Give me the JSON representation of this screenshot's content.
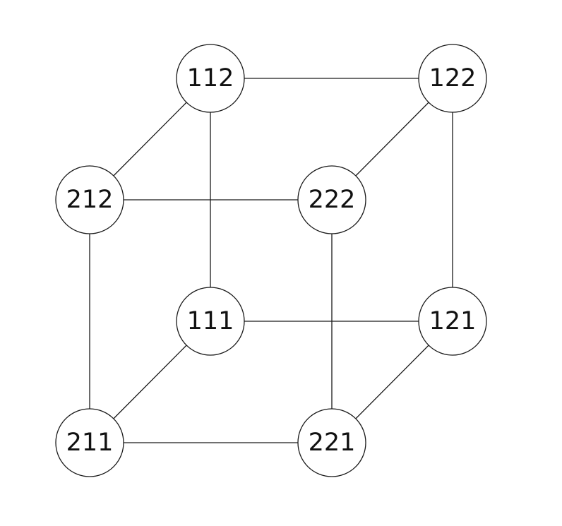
{
  "diagram": {
    "nodes": [
      {
        "id": "112",
        "label": "112"
      },
      {
        "id": "122",
        "label": "122"
      },
      {
        "id": "212",
        "label": "212"
      },
      {
        "id": "222",
        "label": "222"
      },
      {
        "id": "111",
        "label": "111"
      },
      {
        "id": "121",
        "label": "121"
      },
      {
        "id": "211",
        "label": "211"
      },
      {
        "id": "221",
        "label": "221"
      }
    ],
    "edges": [
      [
        "112",
        "122"
      ],
      [
        "112",
        "212"
      ],
      [
        "112",
        "111"
      ],
      [
        "122",
        "222"
      ],
      [
        "122",
        "121"
      ],
      [
        "212",
        "222"
      ],
      [
        "212",
        "211"
      ],
      [
        "222",
        "221"
      ],
      [
        "111",
        "121"
      ],
      [
        "111",
        "211"
      ],
      [
        "121",
        "221"
      ],
      [
        "211",
        "221"
      ]
    ],
    "colors": {
      "stroke": "#1a1a1a",
      "fill": "#ffffff",
      "text": "#111111"
    }
  }
}
